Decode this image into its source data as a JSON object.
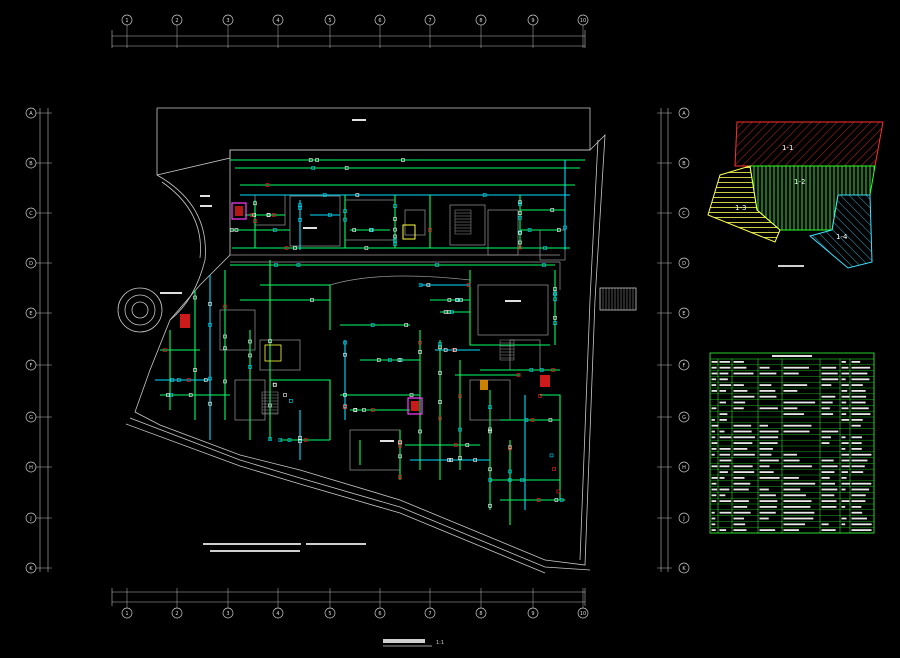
{
  "drawing": {
    "colors": {
      "background": "#000000",
      "grid": "#d8d8d8",
      "duct": "#00ff66",
      "duct_alt": "#00e0ff",
      "wall": "#c8c8c8",
      "accent_red": "#ff2020",
      "accent_yellow": "#ffff40",
      "magenta": "#ff40ff",
      "zone1": "#ff3030",
      "zone2": "#30ff30",
      "zone3": "#ffff50",
      "zone4": "#40e0ff",
      "table": "#30ff30"
    },
    "top_axis_labels": [
      "1",
      "2",
      "3",
      "4",
      "5",
      "6",
      "7",
      "8",
      "9",
      "10"
    ],
    "left_axis_labels": [
      "A",
      "B",
      "C",
      "D",
      "E",
      "F",
      "G",
      "H",
      "J",
      "K"
    ],
    "bottom_title": "",
    "bottom_scale": "1:1"
  },
  "key_plan": {
    "zones": [
      {
        "label": "1-1"
      },
      {
        "label": "1-2"
      },
      {
        "label": "1-3"
      },
      {
        "label": "1-4"
      }
    ],
    "caption": ""
  },
  "schedule_table": {
    "rows": 30,
    "cols": 8
  }
}
